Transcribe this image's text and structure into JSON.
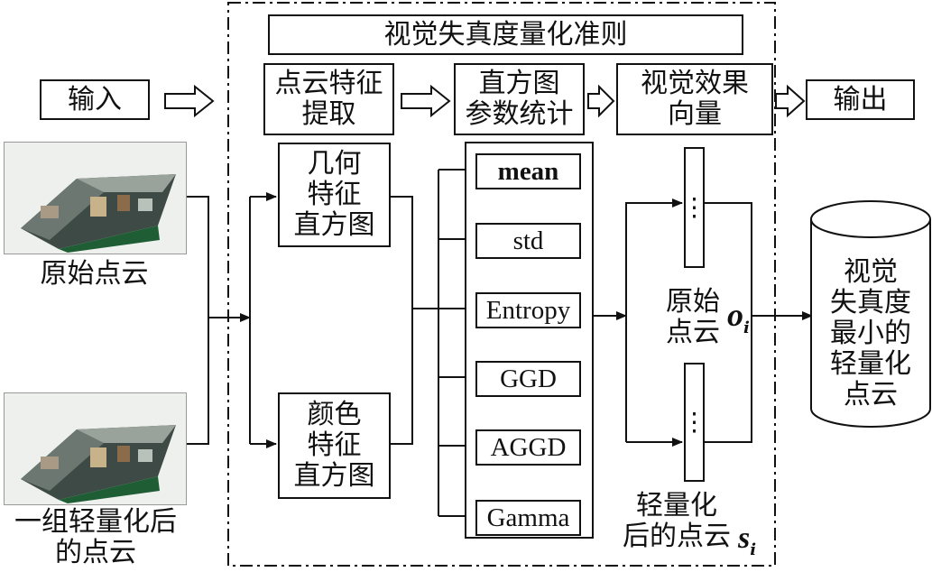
{
  "title": "视觉失真度量化准则",
  "input_label": "输入",
  "output_label": "输出",
  "stages": {
    "feature_extraction": "点云特征\n提取",
    "histogram_stats": "直方图\n参数统计",
    "visual_vector": "视觉效果\n向量"
  },
  "point_clouds": {
    "original_label": "原始点云",
    "lightweight_label": "一组轻量化后\n的点云"
  },
  "histograms": {
    "geometry": "几何\n特征\n直方图",
    "color": "颜色\n特征\n直方图"
  },
  "parameters": [
    "mean",
    "std",
    "Entropy",
    "GGD",
    "AGGD",
    "Gamma"
  ],
  "vectors": {
    "original_text": "原始\n点云",
    "original_symbol": "o",
    "original_sub": "i",
    "lightweight_text": "轻量化\n后的点云",
    "lightweight_symbol": "s",
    "lightweight_sub": "i",
    "dots": "⋮"
  },
  "result": "视觉\n失真度\n最小的\n轻量化\n点云",
  "colors": {
    "line": "#111111",
    "photo_bg": "#dfe3e0"
  }
}
